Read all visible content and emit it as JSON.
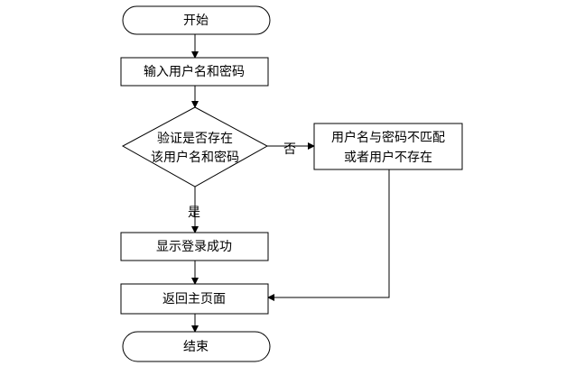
{
  "nodes": {
    "start": "开始",
    "input": "输入用户名和密码",
    "verify_line1": "验证是否存在",
    "verify_line2": "该用户名和密码",
    "error_line1": "用户名与密码不匹配",
    "error_line2": "或者用户不存在",
    "success": "显示登录成功",
    "return_home": "返回主页面",
    "end": "结束"
  },
  "edge_labels": {
    "no": "否",
    "yes": "是"
  },
  "colors": {
    "stroke": "#000000",
    "fill": "#ffffff",
    "text": "#000000"
  }
}
